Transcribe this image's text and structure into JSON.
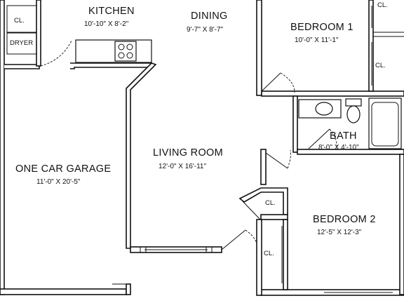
{
  "rooms": {
    "kitchen": {
      "name": "KITCHEN",
      "dims": "10'-10\" X 8'-2\""
    },
    "dining": {
      "name": "DINING",
      "dims": "9'-7\" X 8'-7\""
    },
    "bedroom1": {
      "name": "BEDROOM 1",
      "dims": "10'-0\" X 11'-1\""
    },
    "garage": {
      "name": "ONE CAR GARAGE",
      "dims": "11'-0\" X 20'-5\""
    },
    "living": {
      "name": "LIVING ROOM",
      "dims": "12'-0\" X 16'-11\""
    },
    "bath": {
      "name": "BATH",
      "dims": "8'-0\" X 4'-10\""
    },
    "bedroom2": {
      "name": "BEDROOM 2",
      "dims": "12'-5\" X 12'-3\""
    }
  },
  "labels": {
    "closet": "CL.",
    "dryer": "DRYER"
  }
}
